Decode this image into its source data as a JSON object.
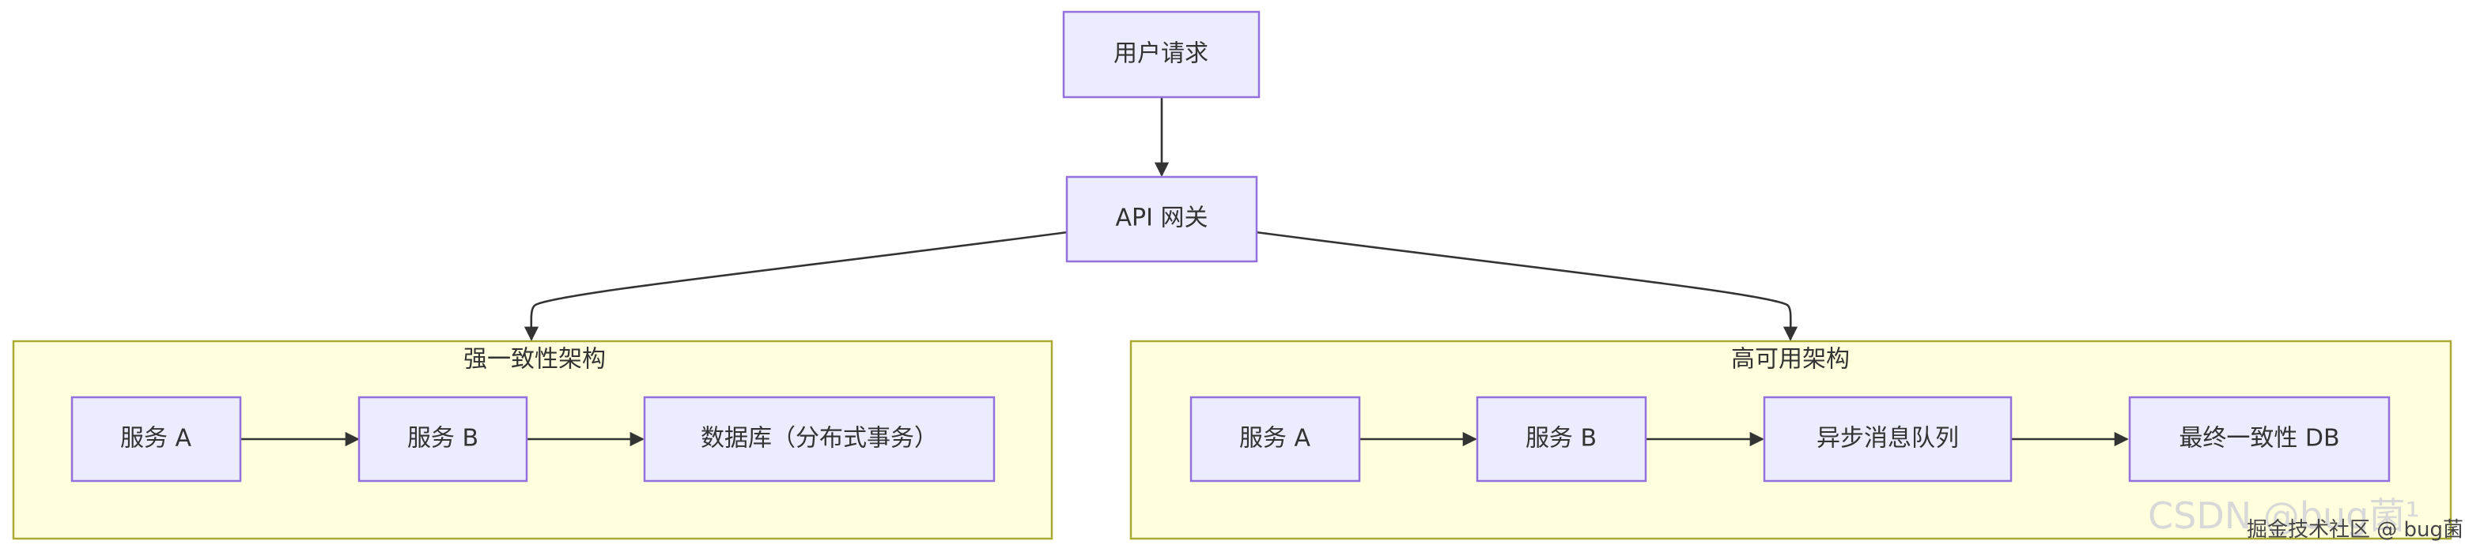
{
  "diagram": {
    "type": "flowchart",
    "nodes": {
      "request": "用户请求",
      "gateway": "API 网关",
      "strong_service_a": "服务 A",
      "strong_service_b": "服务 B",
      "strong_db": "数据库（分布式事务）",
      "ha_service_a": "服务 A",
      "ha_service_b": "服务 B",
      "ha_queue": "异步消息队列",
      "ha_db": "最终一致性 DB"
    },
    "clusters": {
      "strong": "强一致性架构",
      "high_availability": "高可用架构"
    },
    "edges": [
      {
        "from": "request",
        "to": "gateway"
      },
      {
        "from": "gateway",
        "to": "strong"
      },
      {
        "from": "gateway",
        "to": "high_availability"
      },
      {
        "from": "strong_service_a",
        "to": "strong_service_b"
      },
      {
        "from": "strong_service_b",
        "to": "strong_db"
      },
      {
        "from": "ha_service_a",
        "to": "ha_service_b"
      },
      {
        "from": "ha_service_b",
        "to": "ha_queue"
      },
      {
        "from": "ha_queue",
        "to": "ha_db"
      }
    ],
    "colors": {
      "node_fill": "#ECECFF",
      "node_stroke": "#9370DB",
      "cluster_fill": "#FFFFDE",
      "cluster_stroke": "#AAAA33",
      "edge": "#333333"
    }
  },
  "watermark": {
    "csdn": "CSDN @bug菌¹",
    "juejin": "掘金技术社区 @ bug菌"
  }
}
